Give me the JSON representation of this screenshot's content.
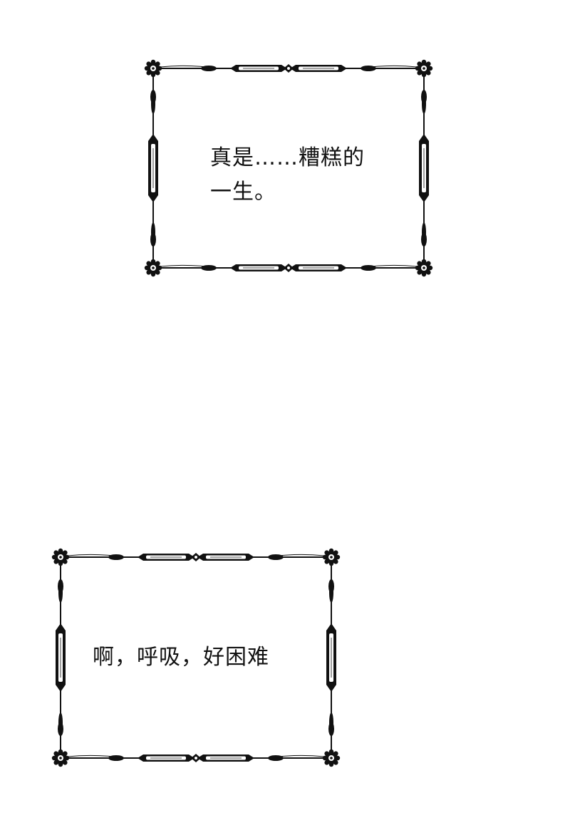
{
  "panels": [
    {
      "lines": [
        "真是……糟糕的",
        "一生。"
      ]
    },
    {
      "lines": [
        "啊，呼吸，好困难"
      ]
    }
  ],
  "colors": {
    "ink": "#111111",
    "background": "#ffffff"
  }
}
